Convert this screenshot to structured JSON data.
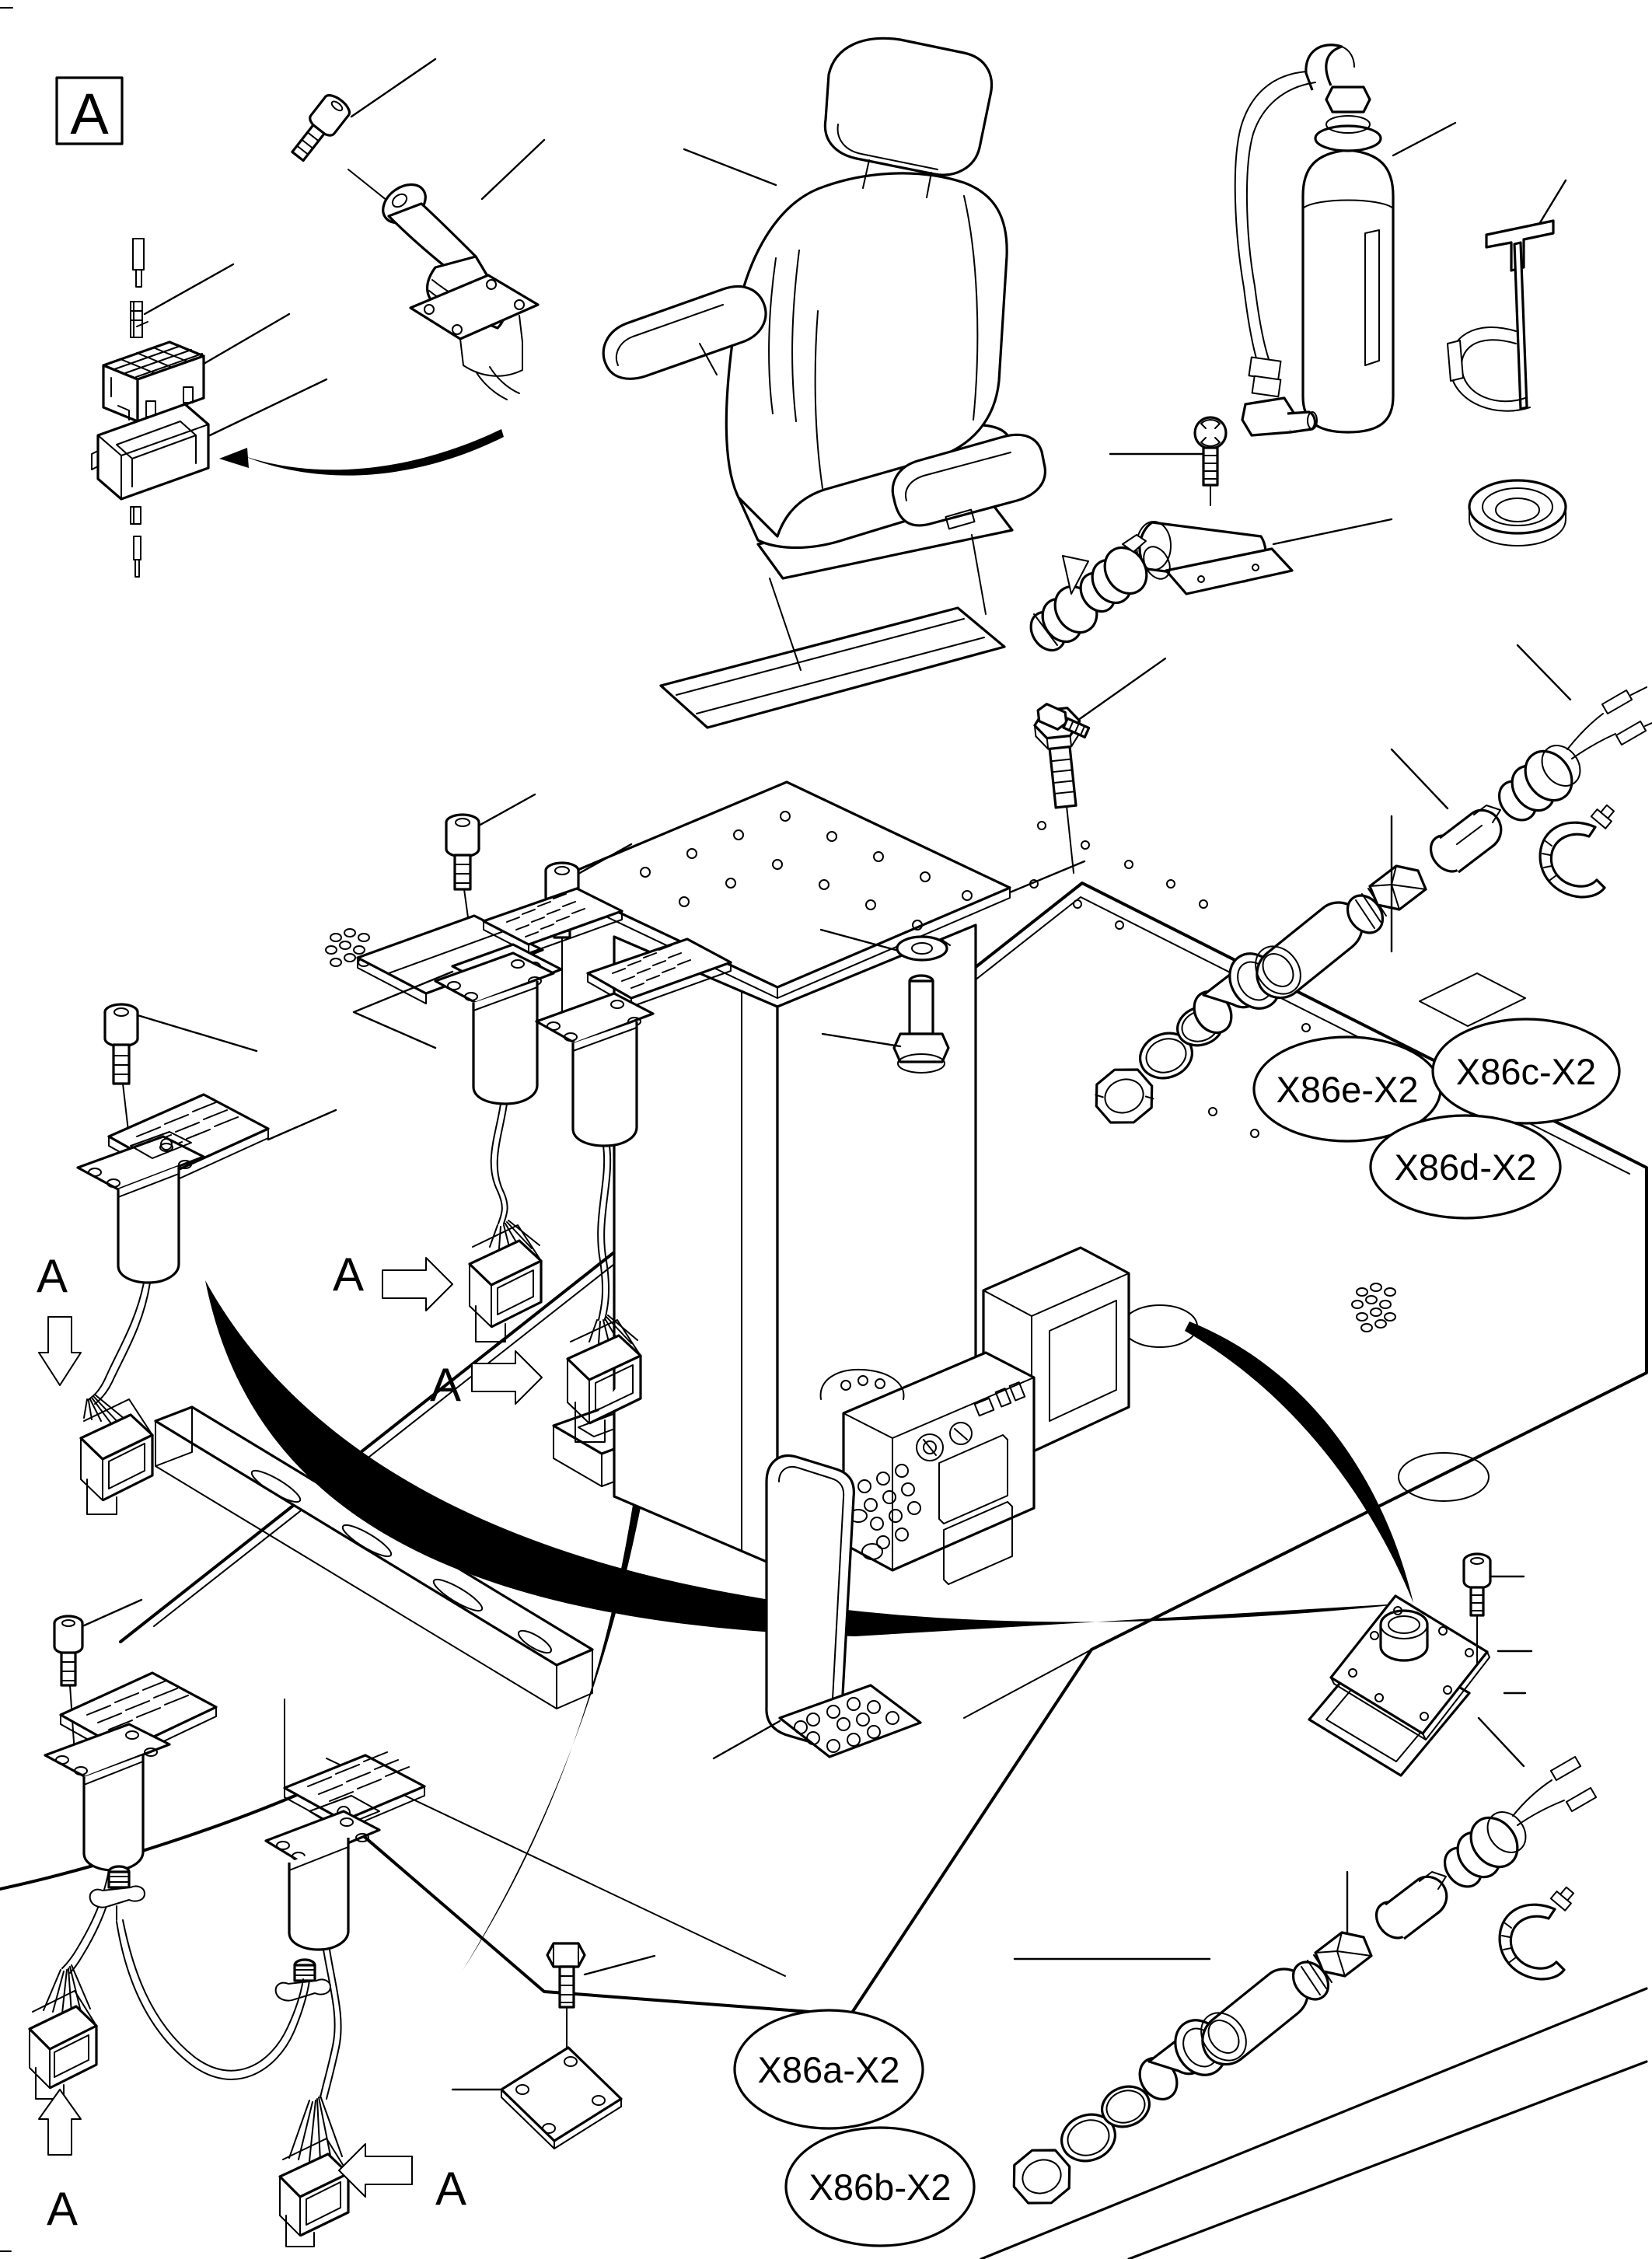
{
  "page": {
    "type": "exploded-parts-diagram",
    "subject": "operator seat, control console, pedals and wiring connectors",
    "background_color": "#ffffff",
    "line_color": "#000000"
  },
  "detail_marker": {
    "label": "A"
  },
  "assembly_arrows": [
    {
      "label": "A",
      "direction": "down"
    },
    {
      "label": "A",
      "direction": "right"
    },
    {
      "label": "A",
      "direction": "right"
    },
    {
      "label": "A",
      "direction": "up"
    },
    {
      "label": "A",
      "direction": "left"
    }
  ],
  "callouts": {
    "e": {
      "text": "X86e-X2"
    },
    "c": {
      "text": "X86c-X2"
    },
    "d": {
      "text": "X86d-X2"
    },
    "a": {
      "text": "X86a-X2"
    },
    "b": {
      "text": "X86b-X2"
    }
  }
}
